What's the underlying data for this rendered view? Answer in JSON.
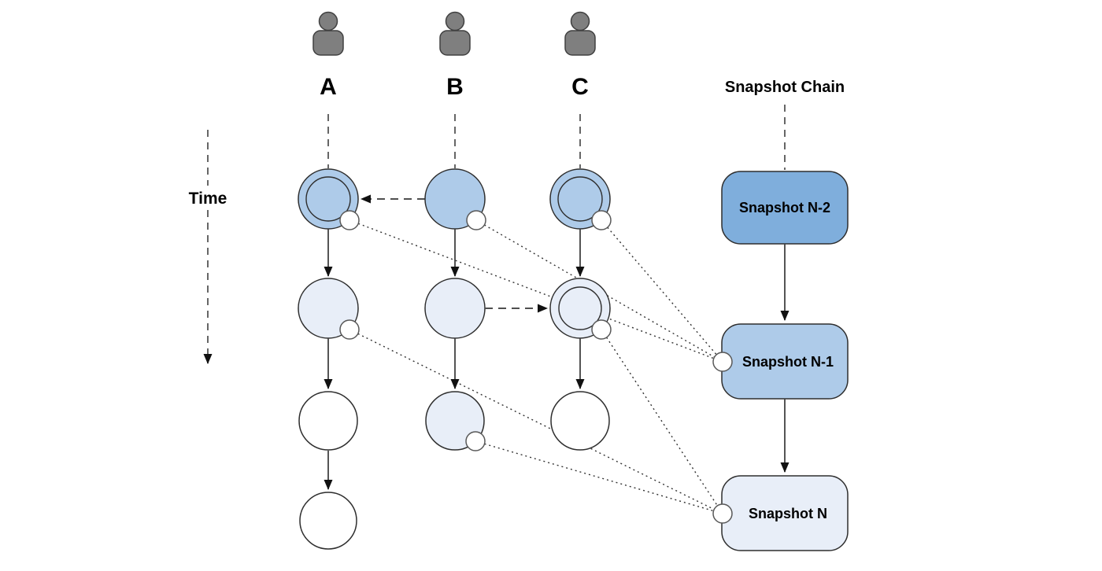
{
  "diagram_title": "Snapshot Chain",
  "time_label": "Time",
  "actors": [
    {
      "label": "A"
    },
    {
      "label": "B"
    },
    {
      "label": "C"
    }
  ],
  "snapshots": [
    {
      "label": "Snapshot N-2"
    },
    {
      "label": "Snapshot N-1"
    },
    {
      "label": "Snapshot N"
    }
  ],
  "colors": {
    "snapshot_n2_fill": "#7FAEDC",
    "snapshot_n1_fill": "#AECBE9",
    "snapshot_n_fill": "#E8EEF8",
    "state_old_fill": "#AECBE9",
    "state_recent_fill": "#E8EEF8",
    "state_empty_fill": "#FFFFFF",
    "person_fill": "#7F7F7F",
    "outline": "#2E2E2E"
  }
}
